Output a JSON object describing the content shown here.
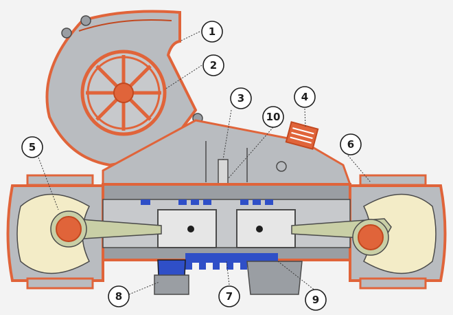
{
  "colors": {
    "background": "#f3f3f3",
    "housing": "#b9bcc0",
    "housing_dark": "#9a9ea3",
    "copper": "#e0643a",
    "copper_dark": "#c2481f",
    "crankcase_fill": "#f3ecc7",
    "rod": "#c9cfa6",
    "blue": "#2f4fc7",
    "outline": "#4a4a4a"
  },
  "callouts": [
    {
      "id": "1",
      "label": "1"
    },
    {
      "id": "2",
      "label": "2"
    },
    {
      "id": "3",
      "label": "3"
    },
    {
      "id": "4",
      "label": "4"
    },
    {
      "id": "10",
      "label": "10"
    },
    {
      "id": "5",
      "label": "5"
    },
    {
      "id": "6",
      "label": "6"
    },
    {
      "id": "7",
      "label": "7"
    },
    {
      "id": "8",
      "label": "8"
    },
    {
      "id": "9",
      "label": "9"
    }
  ]
}
